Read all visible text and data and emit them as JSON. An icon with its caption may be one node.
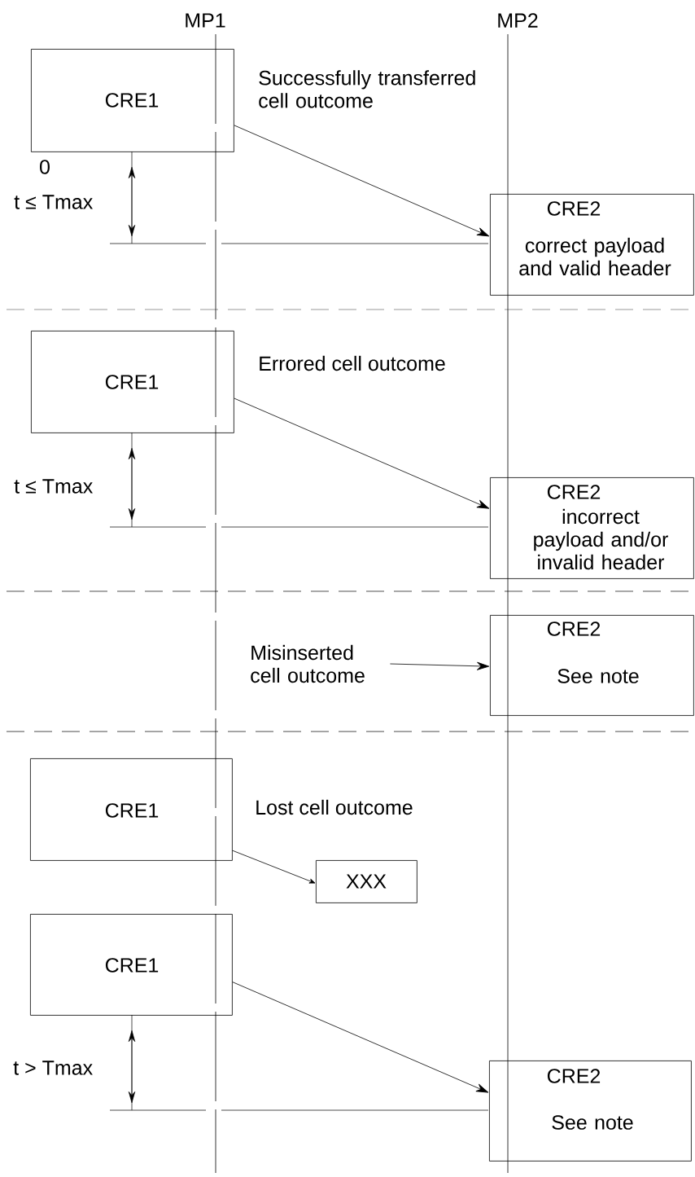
{
  "diagram": {
    "nodes": [
      {
        "text": [
          "CRE1"
        ]
      },
      {
        "text": [
          "CRE2",
          "correct payload and valid header"
        ]
      },
      {
        "text": [
          "CRE1"
        ]
      },
      {
        "text": [
          "CRE2",
          "incorrect payload and/or invalid header"
        ]
      },
      {
        "text": [
          "Misinserted cell outcome"
        ]
      },
      {
        "text": [
          "CRE2",
          "See note"
        ]
      },
      {
        "text": [
          "CRE1"
        ]
      },
      {
        "text": [
          "XXX"
        ]
      },
      {
        "text": [
          "CRE1"
        ]
      },
      {
        "text": [
          "CRE2",
          "See note"
        ]
      }
    ],
    "edges": [
      {
        "from": 0,
        "to": 1,
        "arrow": "to"
      },
      {
        "from": 2,
        "to": 3,
        "arrow": "to"
      },
      {
        "from": 4,
        "to": 5,
        "arrow": "to"
      },
      {
        "from": 6,
        "to": 7,
        "arrow": "to"
      },
      {
        "from": 8,
        "to": 9,
        "arrow": "to"
      }
    ],
    "labels": [
      "MP1",
      "MP2",
      "Successfully transferred cell outcome",
      "0",
      "t ≤ Tmax",
      "Errored cell outcome",
      "t ≤ Tmax",
      "Lost cell outcome",
      "t > Tmax"
    ]
  }
}
